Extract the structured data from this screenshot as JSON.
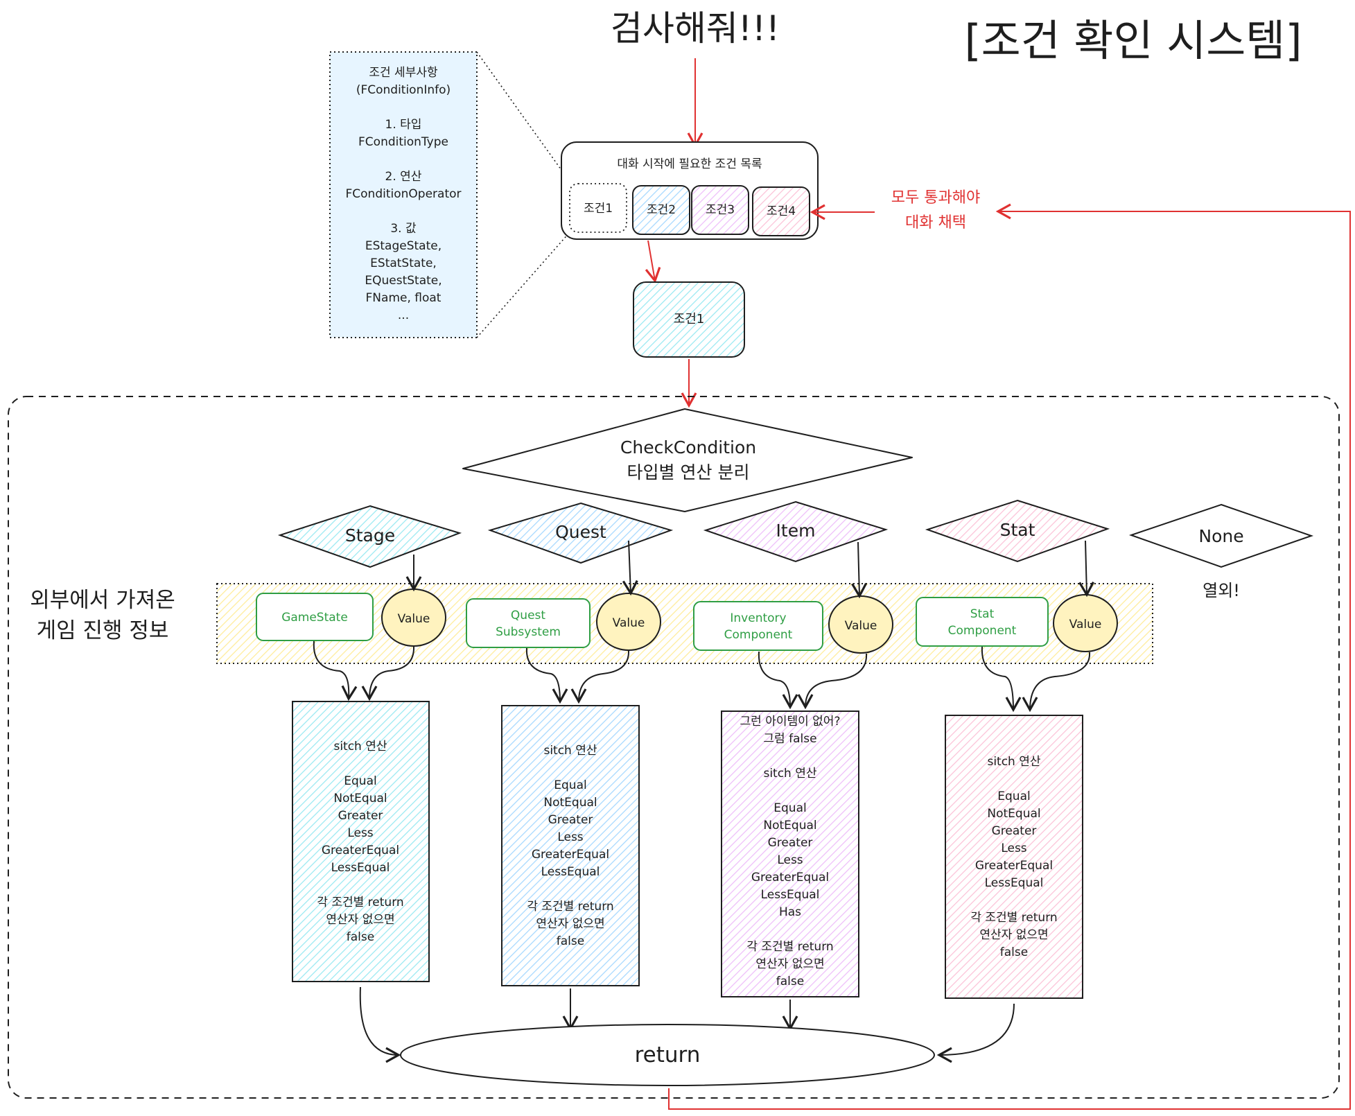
{
  "header": {
    "title": "[조건 확인 시스템]",
    "trigger": "검사해줘!!!"
  },
  "condition_info": {
    "lines": [
      "조건 세부사항",
      "(FConditionInfo)",
      "",
      "1. 타입",
      "FConditionType",
      "",
      "2. 연산",
      "FConditionOperator",
      "",
      "3. 값",
      "EStageState,",
      "EStatState,",
      "EQuestState,",
      "FName, float",
      "..."
    ]
  },
  "condition_list": {
    "title": "대화 시작에 필요한 조건 목록",
    "items": [
      "조건1",
      "조건2",
      "조건3",
      "조건4"
    ],
    "pass_note_1": "모두 통과해야",
    "pass_note_2": "대화 채택"
  },
  "selected_condition": "조건1",
  "check": {
    "line1": "CheckCondition",
    "line2": "타입별 연산 분리"
  },
  "types": [
    "Stage",
    "Quest",
    "Item",
    "Stat",
    "None"
  ],
  "none_label": "열외!",
  "external": {
    "line1": "외부에서 가져온",
    "line2": "게임 진행 정보",
    "sources": [
      [
        "GameState"
      ],
      [
        "Quest",
        "Subsystem"
      ],
      [
        "Inventory",
        "Component"
      ],
      [
        "Stat",
        "Component"
      ]
    ],
    "value_label": "Value"
  },
  "ops": [
    [
      "sitch 연산",
      "",
      "Equal",
      "NotEqual",
      "Greater",
      "Less",
      "GreaterEqual",
      "LessEqual",
      "",
      "각 조건별 return",
      "연산자 없으면",
      "false"
    ],
    [
      "sitch 연산",
      "",
      "Equal",
      "NotEqual",
      "Greater",
      "Less",
      "GreaterEqual",
      "LessEqual",
      "",
      "각 조건별 return",
      "연산자 없으면",
      "false"
    ],
    [
      "그런 아이템이 없어?",
      "그럼 false",
      "",
      "sitch 연산",
      "",
      "Equal",
      "NotEqual",
      "Greater",
      "Less",
      "GreaterEqual",
      "LessEqual",
      "Has",
      "",
      "각 조건별 return",
      "연산자 없으면",
      "false"
    ],
    [
      "sitch 연산",
      "",
      "Equal",
      "NotEqual",
      "Greater",
      "Less",
      "GreaterEqual",
      "LessEqual",
      "",
      "각 조건별 return",
      "연산자 없으면",
      "false"
    ]
  ],
  "return_label": "return",
  "colors": {
    "cyan": "#99e9f2",
    "blue": "#a5d8ff",
    "purple": "#eebefa",
    "pink": "#fcc2d7",
    "yellow": "#ffec99",
    "info_bg": "#e7f5ff",
    "red": "#e03131",
    "green": "#2f9e44"
  }
}
